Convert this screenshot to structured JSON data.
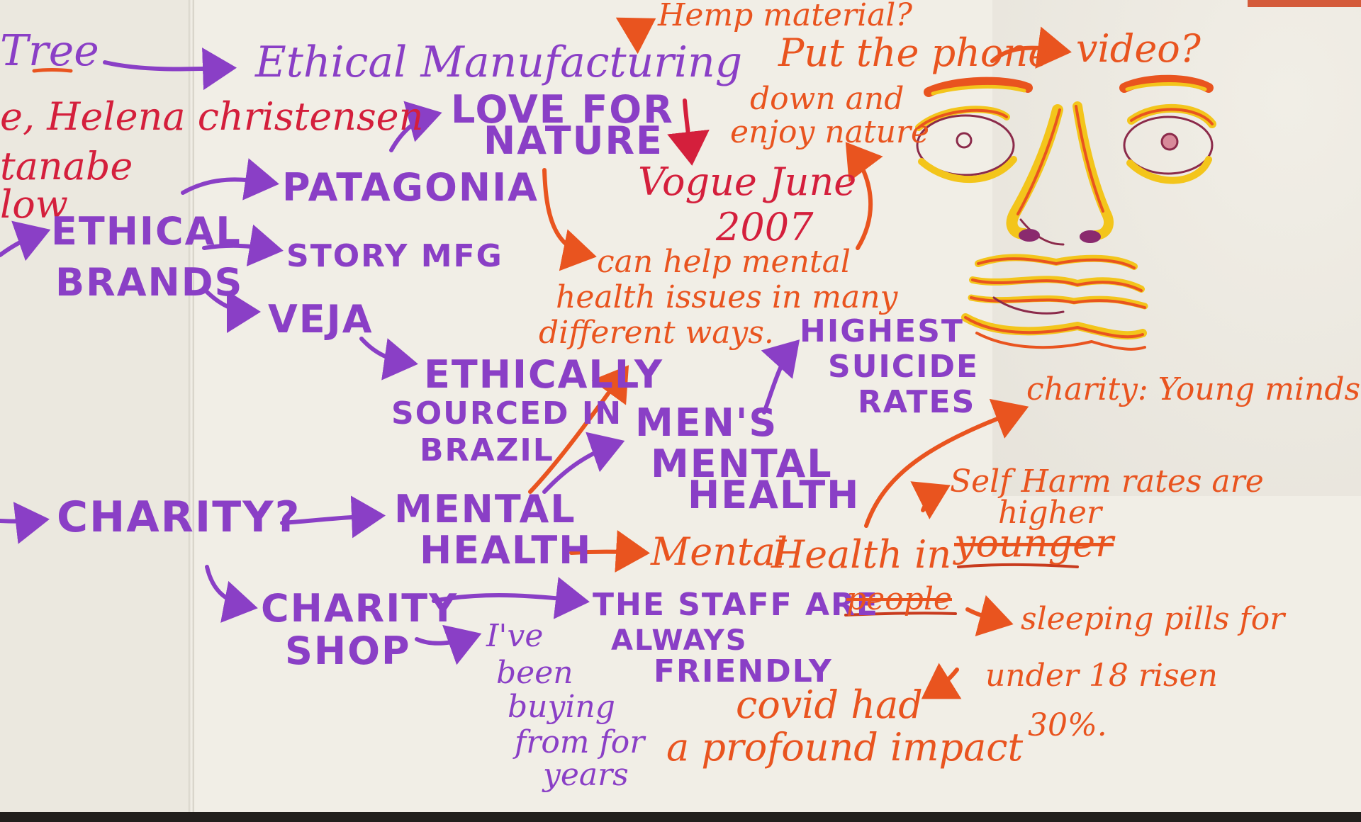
{
  "notes": {
    "tree": "Tree",
    "ethical_manufacturing": "Ethical Manufacturing",
    "helena": "e, Helena christensen",
    "watanabe": "tanabe",
    "low": "low",
    "ethical_brands": [
      "ETHICAL",
      "BRANDS"
    ],
    "love_for_nature": [
      "LOVE FOR",
      "NATURE"
    ],
    "patagonia": "PATAGONIA",
    "story_mfg": "STORY MFG",
    "veja": "VEJA",
    "ethically_sourced": [
      "ETHICALLY",
      "SOURCED IN",
      "BRAZIL"
    ],
    "hemp_material": "Hemp material?",
    "put_phone": "Put the phone",
    "video": "video?",
    "down_enjoy": [
      "down and",
      "enjoy nature"
    ],
    "vogue": [
      "Vogue June",
      "2007"
    ],
    "can_help": [
      "can help mental",
      "health issues in many",
      "different ways."
    ],
    "highest_suicide": [
      "HIGHEST",
      "SUICIDE",
      "RATES"
    ],
    "mens_mental_health": [
      "MEN'S",
      "MENTAL",
      "HEALTH"
    ],
    "charity_young_minds": "charity: Young minds",
    "charity_q": "CHARITY?",
    "mental_health": [
      "MENTAL",
      "HEALTH"
    ],
    "mental_health_younger": [
      "Mental",
      "Health in",
      "younger"
    ],
    "self_harm": [
      "Self Harm rates are",
      "higher"
    ],
    "charity_shop": [
      "CHARITY",
      "SHOP"
    ],
    "staff_friendly": [
      "THE STAFF ARE",
      "ALWAYS",
      "FRIENDLY"
    ],
    "people": "people",
    "sleeping_pills": [
      "sleeping pills for",
      "under 18 risen",
      "30%."
    ],
    "ive_been_buying": [
      "I've",
      "been",
      "buying",
      "from for",
      "years"
    ],
    "covid": [
      "covid had",
      "a profound impact"
    ]
  },
  "colors": {
    "purple": "#8a3fc6",
    "orange": "#e9541f",
    "red": "#d41f3c",
    "yellow": "#f3c51b",
    "paper": "#f1eee6"
  }
}
